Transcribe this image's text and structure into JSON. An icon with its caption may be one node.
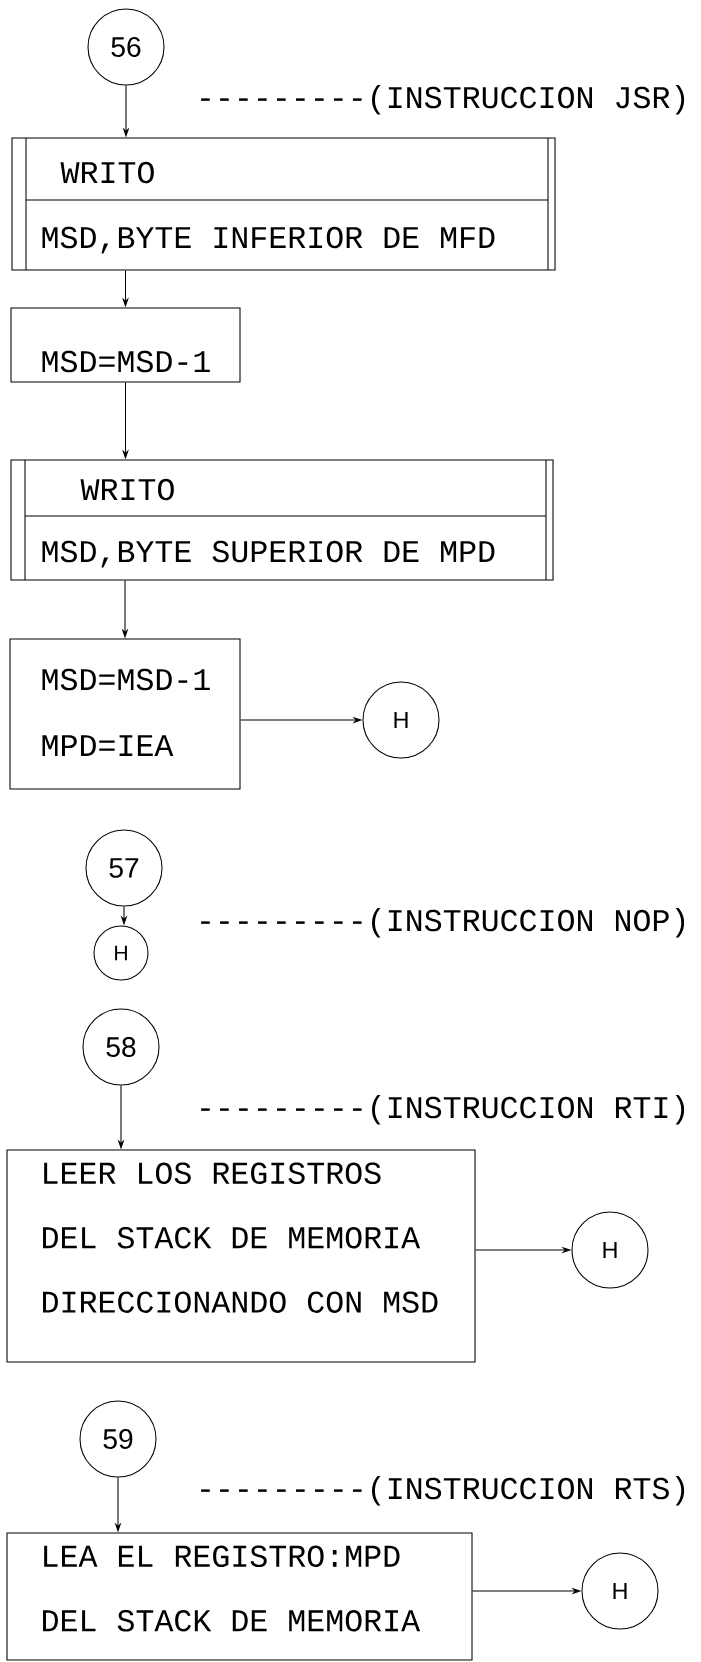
{
  "diagram": {
    "nodes": [
      {
        "text": [
          "56"
        ]
      },
      {
        "text": [
          "WRITO",
          "MSD,BYTE INFERIOR DE MFD"
        ]
      },
      {
        "text": [
          "MSD=MSD-1"
        ]
      },
      {
        "text": [
          "WRITO",
          "MSD,BYTE SUPERIOR DE MPD"
        ]
      },
      {
        "text": [
          "MSD=MSD-1",
          "MPD=IEA"
        ]
      },
      {
        "text": [
          "H"
        ]
      },
      {
        "text": [
          "57"
        ]
      },
      {
        "text": [
          "H"
        ]
      },
      {
        "text": [
          "58"
        ]
      },
      {
        "text": [
          "LEER LOS REGISTROS DEL STACK DE MEMORIA DIRECCIONANDO CON MSD"
        ]
      },
      {
        "text": [
          "H"
        ]
      },
      {
        "text": [
          "59"
        ]
      },
      {
        "text": [
          "LEA EL REGISTRO:MPD DEL STACK DE MEMORIA"
        ]
      },
      {
        "text": [
          "H"
        ]
      }
    ],
    "edges": [
      {
        "from": 0,
        "to": 1,
        "arrow": "to"
      },
      {
        "from": 1,
        "to": 2,
        "arrow": "to"
      },
      {
        "from": 2,
        "to": 3,
        "arrow": "to"
      },
      {
        "from": 3,
        "to": 4,
        "arrow": "to"
      },
      {
        "from": 4,
        "to": 5,
        "arrow": "to"
      },
      {
        "from": 6,
        "to": 7,
        "arrow": "to"
      },
      {
        "from": 8,
        "to": 9,
        "arrow": "to"
      },
      {
        "from": 9,
        "to": 10,
        "arrow": "to"
      },
      {
        "from": 11,
        "to": 12,
        "arrow": "to"
      },
      {
        "from": 12,
        "to": 13,
        "arrow": "to"
      }
    ],
    "labels": [
      "---------(INSTRUCCION JSR)",
      "---------(INSTRUCCION NOP)",
      "---------(INSTRUCCION RTI)",
      "---------(INSTRUCCION RTS)"
    ]
  }
}
